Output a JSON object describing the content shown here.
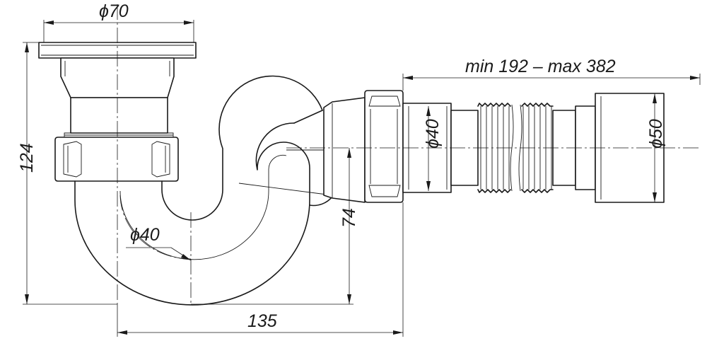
{
  "dimensions": {
    "top_diameter": "ϕ70",
    "extension_range": "min 192 – max 382",
    "total_height": "124",
    "trap_depth": "74",
    "horizontal_length": "135",
    "trap_diameter": "ϕ40",
    "inner_outlet_diameter": "ϕ40",
    "outer_outlet_diameter": "ϕ50"
  }
}
